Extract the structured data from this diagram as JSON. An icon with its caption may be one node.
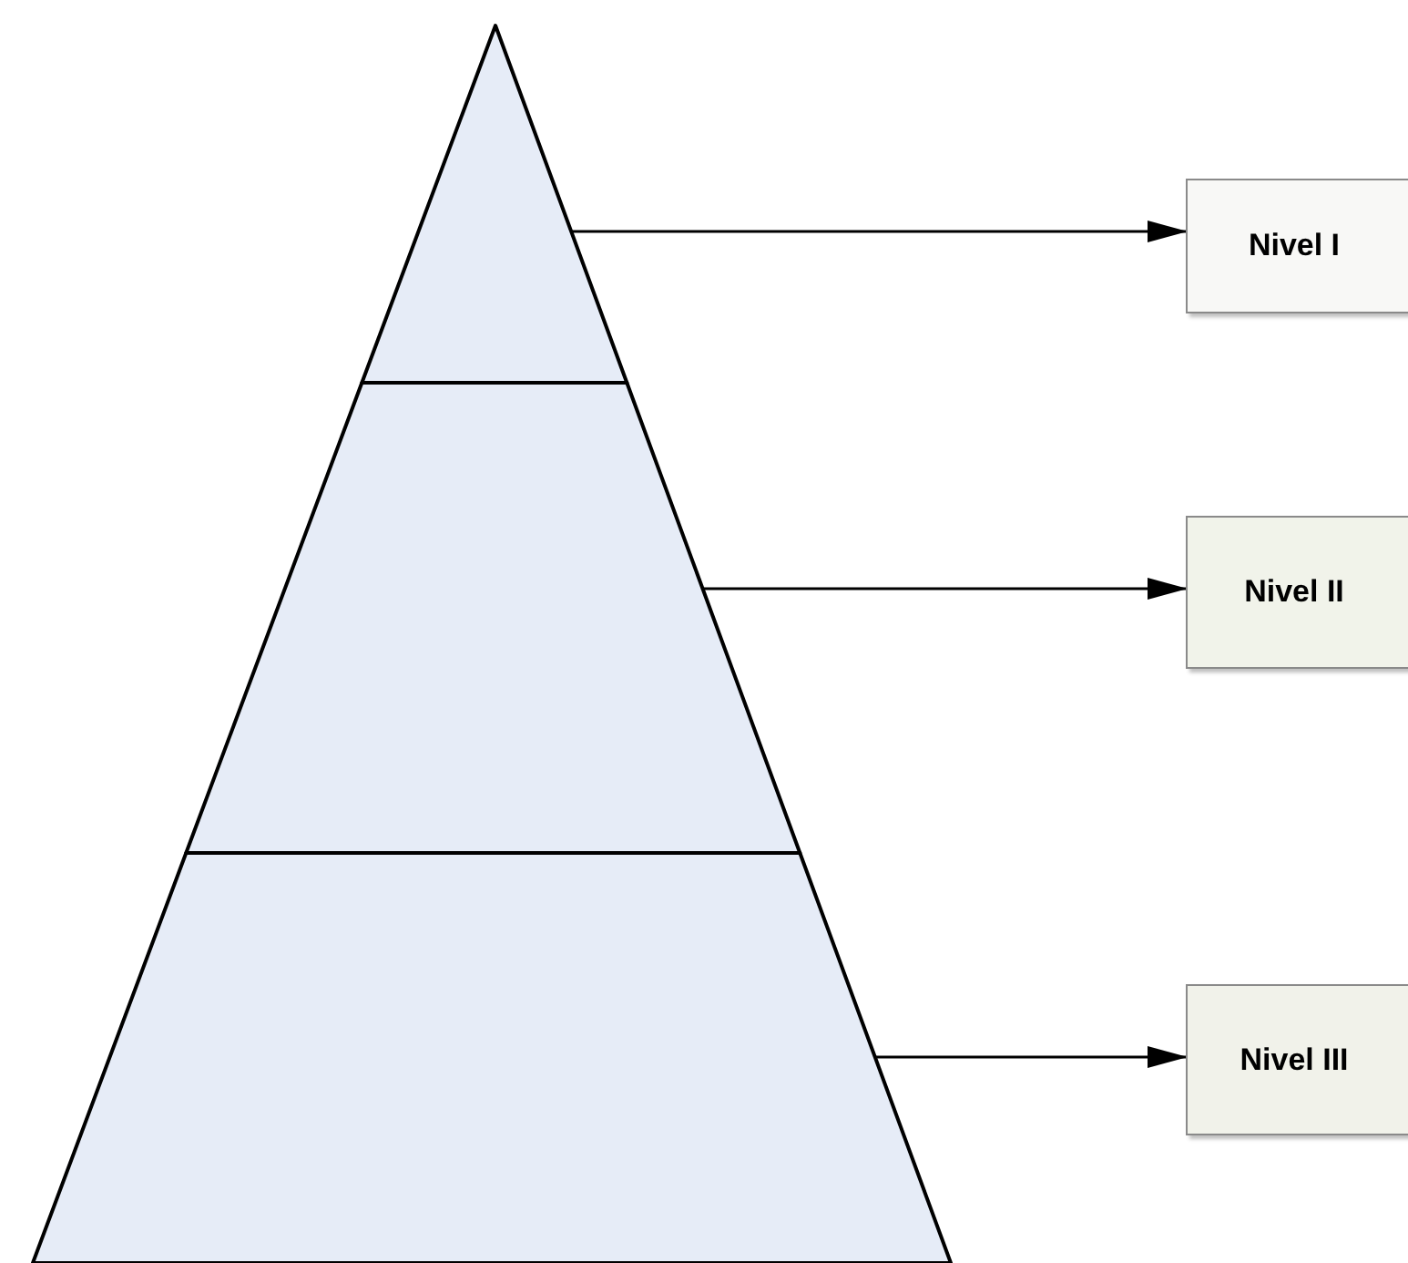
{
  "diagram": {
    "nodes": [
      {
        "text": [],
        "shape": "triangle"
      },
      {
        "text": [],
        "shape": "trapezoid"
      },
      {
        "text": [],
        "shape": "trapezoid"
      },
      {
        "text": [
          "Nivel I"
        ]
      },
      {
        "text": [
          "Nivel II"
        ]
      },
      {
        "text": [
          "Nivel III"
        ]
      }
    ],
    "edges": [
      {
        "from": 0,
        "to": 3,
        "arrow": "to"
      },
      {
        "from": 1,
        "to": 4,
        "arrow": "to"
      },
      {
        "from": 2,
        "to": 5,
        "arrow": "to"
      }
    ]
  }
}
